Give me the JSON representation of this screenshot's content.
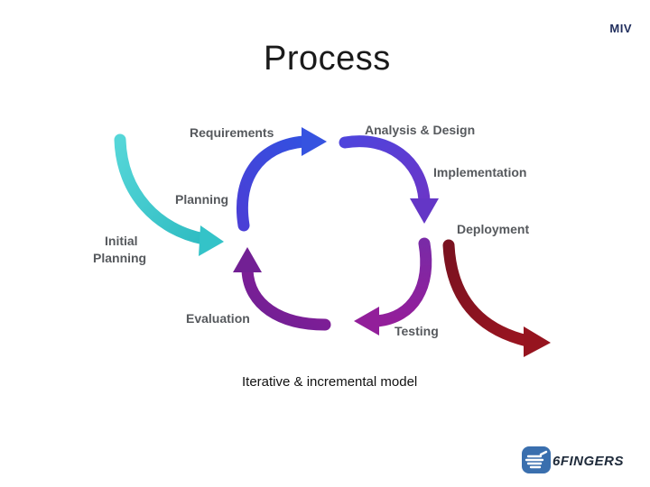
{
  "slide": {
    "title": "Process",
    "corner_mark": "MIV",
    "caption": "Iterative & incremental model"
  },
  "diagram": {
    "labels": {
      "requirements": "Requirements",
      "analysis_design": "Analysis & Design",
      "implementation": "Implementation",
      "planning": "Planning",
      "initial_planning_line1": "Initial",
      "initial_planning_line2": "Planning",
      "deployment": "Deployment",
      "evaluation": "Evaluation",
      "testing": "Testing"
    },
    "colors": {
      "initial_planning": "#3ec9cc",
      "planning_requirements": "#3c46d8",
      "analysis_implementation": "#5a3bd0",
      "testing": "#8a1a9a",
      "evaluation": "#7a1a8a",
      "deployment": "#8a1020"
    }
  },
  "logo": {
    "text": "6FINGERS",
    "icon": "hand-icon",
    "color": "#3a6fae"
  }
}
